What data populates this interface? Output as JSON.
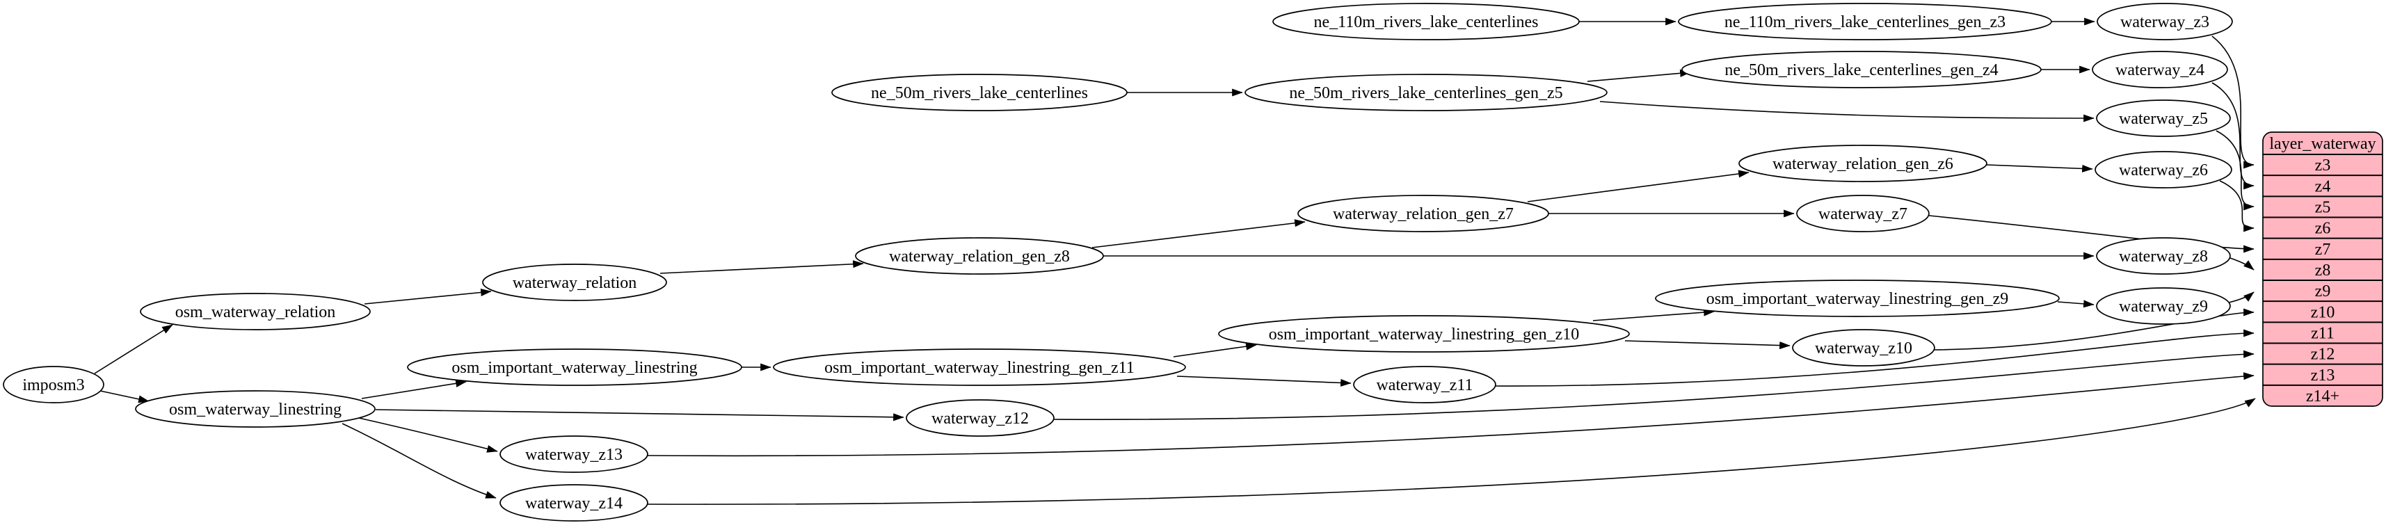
{
  "diagram": {
    "background_color": "#ffffff",
    "node_fill": "#ffffff",
    "node_stroke": "#000000",
    "edge_color": "#000000",
    "nodes": [
      {
        "id": "imposm3",
        "label": "imposm3"
      },
      {
        "id": "osm_waterway_relation",
        "label": "osm_waterway_relation"
      },
      {
        "id": "osm_waterway_linestring",
        "label": "osm_waterway_linestring"
      },
      {
        "id": "waterway_relation",
        "label": "waterway_relation"
      },
      {
        "id": "waterway_relation_gen_z8",
        "label": "waterway_relation_gen_z8"
      },
      {
        "id": "waterway_relation_gen_z7",
        "label": "waterway_relation_gen_z7"
      },
      {
        "id": "waterway_relation_gen_z6",
        "label": "waterway_relation_gen_z6"
      },
      {
        "id": "osm_important_waterway_linestring",
        "label": "osm_important_waterway_linestring"
      },
      {
        "id": "osm_important_waterway_linestring_gen_z11",
        "label": "osm_important_waterway_linestring_gen_z11"
      },
      {
        "id": "osm_important_waterway_linestring_gen_z10",
        "label": "osm_important_waterway_linestring_gen_z10"
      },
      {
        "id": "osm_important_waterway_linestring_gen_z9",
        "label": "osm_important_waterway_linestring_gen_z9"
      },
      {
        "id": "ne_110m_rivers_lake_centerlines",
        "label": "ne_110m_rivers_lake_centerlines"
      },
      {
        "id": "ne_110m_rivers_lake_centerlines_gen_z3",
        "label": "ne_110m_rivers_lake_centerlines_gen_z3"
      },
      {
        "id": "ne_50m_rivers_lake_centerlines",
        "label": "ne_50m_rivers_lake_centerlines"
      },
      {
        "id": "ne_50m_rivers_lake_centerlines_gen_z5",
        "label": "ne_50m_rivers_lake_centerlines_gen_z5"
      },
      {
        "id": "ne_50m_rivers_lake_centerlines_gen_z4",
        "label": "ne_50m_rivers_lake_centerlines_gen_z4"
      },
      {
        "id": "waterway_z3",
        "label": "waterway_z3"
      },
      {
        "id": "waterway_z4",
        "label": "waterway_z4"
      },
      {
        "id": "waterway_z5",
        "label": "waterway_z5"
      },
      {
        "id": "waterway_z6",
        "label": "waterway_z6"
      },
      {
        "id": "waterway_z7",
        "label": "waterway_z7"
      },
      {
        "id": "waterway_z8",
        "label": "waterway_z8"
      },
      {
        "id": "waterway_z9",
        "label": "waterway_z9"
      },
      {
        "id": "waterway_z10",
        "label": "waterway_z10"
      },
      {
        "id": "waterway_z11",
        "label": "waterway_z11"
      },
      {
        "id": "waterway_z12",
        "label": "waterway_z12"
      },
      {
        "id": "waterway_z13",
        "label": "waterway_z13"
      },
      {
        "id": "waterway_z14",
        "label": "waterway_z14"
      }
    ],
    "edges": [
      {
        "from": "imposm3",
        "to": "osm_waterway_relation"
      },
      {
        "from": "imposm3",
        "to": "osm_waterway_linestring"
      },
      {
        "from": "osm_waterway_relation",
        "to": "waterway_relation"
      },
      {
        "from": "waterway_relation",
        "to": "waterway_relation_gen_z8"
      },
      {
        "from": "waterway_relation_gen_z8",
        "to": "waterway_relation_gen_z7"
      },
      {
        "from": "waterway_relation_gen_z8",
        "to": "waterway_z8"
      },
      {
        "from": "waterway_relation_gen_z7",
        "to": "waterway_relation_gen_z6"
      },
      {
        "from": "waterway_relation_gen_z7",
        "to": "waterway_z7"
      },
      {
        "from": "waterway_relation_gen_z6",
        "to": "waterway_z6"
      },
      {
        "from": "ne_110m_rivers_lake_centerlines",
        "to": "ne_110m_rivers_lake_centerlines_gen_z3"
      },
      {
        "from": "ne_110m_rivers_lake_centerlines_gen_z3",
        "to": "waterway_z3"
      },
      {
        "from": "ne_50m_rivers_lake_centerlines",
        "to": "ne_50m_rivers_lake_centerlines_gen_z5"
      },
      {
        "from": "ne_50m_rivers_lake_centerlines_gen_z5",
        "to": "ne_50m_rivers_lake_centerlines_gen_z4"
      },
      {
        "from": "ne_50m_rivers_lake_centerlines_gen_z5",
        "to": "waterway_z5"
      },
      {
        "from": "ne_50m_rivers_lake_centerlines_gen_z4",
        "to": "waterway_z4"
      },
      {
        "from": "osm_waterway_linestring",
        "to": "osm_important_waterway_linestring"
      },
      {
        "from": "osm_waterway_linestring",
        "to": "waterway_z12"
      },
      {
        "from": "osm_waterway_linestring",
        "to": "waterway_z13"
      },
      {
        "from": "osm_waterway_linestring",
        "to": "waterway_z14"
      },
      {
        "from": "osm_important_waterway_linestring",
        "to": "osm_important_waterway_linestring_gen_z11"
      },
      {
        "from": "osm_important_waterway_linestring_gen_z11",
        "to": "osm_important_waterway_linestring_gen_z10"
      },
      {
        "from": "osm_important_waterway_linestring_gen_z11",
        "to": "waterway_z11"
      },
      {
        "from": "osm_important_waterway_linestring_gen_z10",
        "to": "osm_important_waterway_linestring_gen_z9"
      },
      {
        "from": "osm_important_waterway_linestring_gen_z10",
        "to": "waterway_z10"
      },
      {
        "from": "osm_important_waterway_linestring_gen_z9",
        "to": "waterway_z9"
      },
      {
        "from": "waterway_z3",
        "to": "layer_waterway.z3"
      },
      {
        "from": "waterway_z4",
        "to": "layer_waterway.z4"
      },
      {
        "from": "waterway_z5",
        "to": "layer_waterway.z5"
      },
      {
        "from": "waterway_z6",
        "to": "layer_waterway.z6"
      },
      {
        "from": "waterway_z7",
        "to": "layer_waterway.z7"
      },
      {
        "from": "waterway_z8",
        "to": "layer_waterway.z8"
      },
      {
        "from": "waterway_z9",
        "to": "layer_waterway.z9"
      },
      {
        "from": "waterway_z10",
        "to": "layer_waterway.z10"
      },
      {
        "from": "waterway_z11",
        "to": "layer_waterway.z11"
      },
      {
        "from": "waterway_z12",
        "to": "layer_waterway.z12"
      },
      {
        "from": "waterway_z13",
        "to": "layer_waterway.z13"
      },
      {
        "from": "waterway_z14",
        "to": "layer_waterway.z14+"
      }
    ]
  },
  "table": {
    "title": "layer_waterway",
    "rows": [
      "z3",
      "z4",
      "z5",
      "z6",
      "z7",
      "z8",
      "z9",
      "z10",
      "z11",
      "z12",
      "z13",
      "z14+"
    ],
    "fill": "#ffb6c1",
    "stroke": "#000000"
  }
}
